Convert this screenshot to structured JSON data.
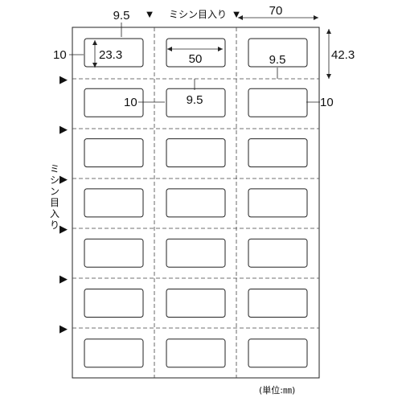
{
  "diagram": {
    "perforation_label_top": "ミシン目入り",
    "perforation_label_side": "ミシン目入り",
    "unit_label": "(単位:㎜)",
    "dimensions": {
      "top_margin": "9.5",
      "column_width": "70",
      "card_height": "23.3",
      "card_width": "50",
      "row_pitch": "42.3",
      "left_margin": "10",
      "inner_left_gap": "10",
      "inner_top_gap": "9.5",
      "card_bottom_gap": "9.5",
      "right_margin": "10"
    },
    "columns": 3,
    "rows": 7,
    "marker_glyph": "▶",
    "marker_glyph_down": "▼"
  }
}
